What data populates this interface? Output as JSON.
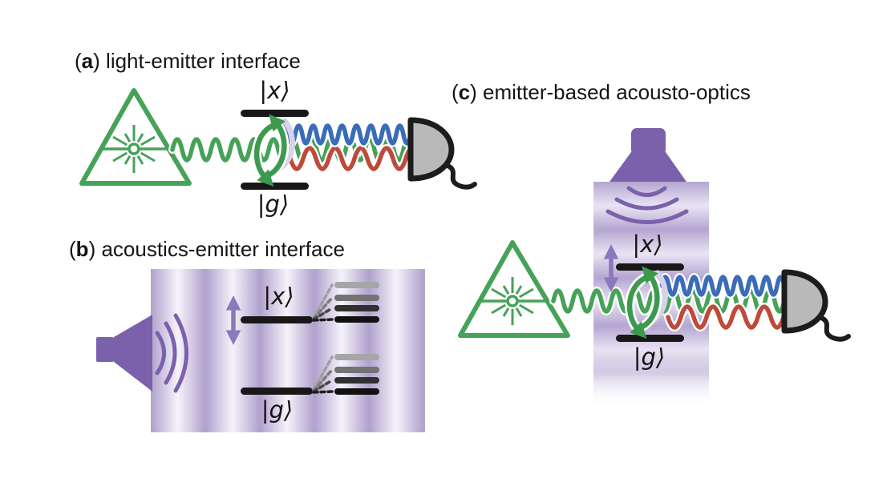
{
  "figure": {
    "panel_a": {
      "index_open": "(",
      "index": "a",
      "index_close": ")",
      "title": " light-emitter interface",
      "excited_state": "|x⟩",
      "ground_state": "|g⟩"
    },
    "panel_b": {
      "index_open": "(",
      "index": "b",
      "index_close": ")",
      "title": " acoustics-emitter interface",
      "excited_state": "|x⟩",
      "ground_state": "|g⟩"
    },
    "panel_c": {
      "index_open": "(",
      "index": "c",
      "index_close": ")",
      "title": " emitter-based acousto-optics",
      "excited_state": "|x⟩",
      "ground_state": "|g⟩"
    },
    "colors": {
      "laser_green": "#46a259",
      "photon_blue": "#3a6cb8",
      "photon_red": "#bd4a3a",
      "acoustic_purple": "#7b61ab",
      "acoustic_stripe_light": "#b0a1cd",
      "level_shift_arrow": "#8b79bb",
      "detector_gray": "#b9b9b9",
      "level_black": "#181818"
    },
    "icons": [
      "laser-icon",
      "photon-wave-icon",
      "photodetector-icon",
      "speaker-icon",
      "transducer-icon",
      "acoustic-wave-icon",
      "level-shift-arrow-icon",
      "optical-cycle-arrows-icon",
      "phonon-sideband-levels"
    ]
  }
}
